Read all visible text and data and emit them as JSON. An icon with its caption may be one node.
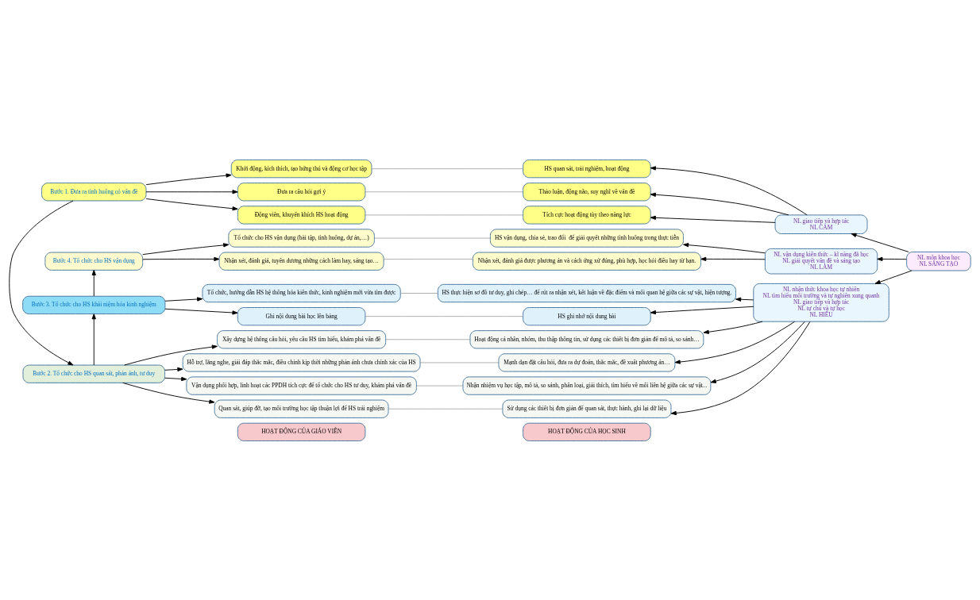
{
  "diagram": {
    "nodes": [
      {
        "text": [
          "HOẠT ĐỘNG CỦA GIÁO VIÊN"
        ]
      },
      {
        "text": [
          "HOẠT ĐỘNG CỦA HỌC SINH"
        ]
      },
      {
        "text": [
          "Bước 1. Đưa ra tình huống có vấn đề"
        ]
      },
      {
        "text": [
          "Khởi động, kích thích, tạo hứng thú và động cơ học tập"
        ]
      },
      {
        "text": [
          "Đưa ra câu hỏi gợi ý"
        ]
      },
      {
        "text": [
          "Động viên, khuyến khích HS hoạt động"
        ]
      },
      {
        "text": [
          "HS quan sát, trải nghiệm, hoạt động"
        ]
      },
      {
        "text": [
          "Thảo luận, động não, suy nghĩ về vấn đề"
        ]
      },
      {
        "text": [
          "Tích cực hoạt động tùy theo năng lực"
        ]
      },
      {
        "text": [
          "Bước 2. Tổ chức cho HS quan sát, phản ánh, tư duy"
        ]
      },
      {
        "text": [
          "Xây dựng hệ thống câu hỏi, yêu cầu HS tìm hiểu, khám phá vấn đề"
        ]
      },
      {
        "text": [
          "Hỗ trợ, lắng nghe, giải đáp thắc mắc, điều chỉnh kịp thời những phản ánh chưa chính xác của HS"
        ]
      },
      {
        "text": [
          "Vận dụng phối hợp, linh hoạt các PPDH tích cực để tổ chức cho HS tư duy, khám phá vấn đề"
        ]
      },
      {
        "text": [
          "Quan sát, giúp đỡ, tạo môi trường học tập thuận lợi để HS trải nghiệm"
        ]
      },
      {
        "text": [
          "Hoạt động cá nhân, nhóm, thu thập thông tin, sử dụng các thiết bị đơn giản để mô tả, so sánh…"
        ]
      },
      {
        "text": [
          "Mạnh dạn đặt câu hỏi, đưa ra dự đoán, thắc mắc, đề xuất phương án…"
        ]
      },
      {
        "text": [
          "Nhận nhiệm vụ học tập, mô tả, so sánh, phân loại, giải thích, tìm hiểu về mối liên hệ giữa các sự vật..."
        ]
      },
      {
        "text": [
          "Sử dụng các thiết bị đơn giản để quan sát, thực hành, ghi lại dữ liệu"
        ]
      },
      {
        "text": [
          "Bước 3. Tổ chức cho HS khái niệm hóa kinh nghiệm"
        ]
      },
      {
        "text": [
          "Tổ chức, hướng dẫn HS hệ thống hóa kiến thức, kinh nghiệm mới vừa tìm được"
        ]
      },
      {
        "text": [
          "Ghi nội dung bài học lên bảng"
        ]
      },
      {
        "text": [
          "HS thực hiện sơ đồ tư duy, ghi chép… để rút ra nhận xét, kết luận về đặc điểm và mối quan hệ giữa các sự vật, hiện tượng."
        ]
      },
      {
        "text": [
          "HS ghi nhớ nội dung bài"
        ]
      },
      {
        "text": [
          "Bước 4. Tổ chức cho HS vận dụng"
        ]
      },
      {
        "text": [
          "Tổ chức cho HS vận dụng (bài tập, tình huống, dự án,…)"
        ]
      },
      {
        "text": [
          "Nhận xét, đánh giá, tuyên dương những cách làm hay, sáng tạo…"
        ]
      },
      {
        "text": [
          "HS vận dụng, chia sẻ, trao đổi  để giải quyết những tình huống trong thực tiễn"
        ]
      },
      {
        "text": [
          "Nhận xét, đánh giá được phương án và cách ứng xử đúng, phù hợp, học hỏi điều hay từ bạn."
        ]
      },
      {
        "text": [
          "NL giao tiếp và hợp tác",
          "NL CẢM"
        ]
      },
      {
        "text": [
          "NL nhận thức khoa học tự nhiên",
          "NL tìm hiểu môi trường và tự nghiên xung quanh",
          "NL giao tiếp và hợp tác",
          "NL tự chủ và tự học",
          "NL HIỂU"
        ]
      },
      {
        "text": [
          "NL vận dụng kiến thức – kĩ năng đã học",
          "NL giải quyết vấn đề và sáng tạo",
          "NL LÀM"
        ]
      },
      {
        "text": [
          "NL môn khoa học",
          "NL SÁNG TẠO"
        ]
      }
    ],
    "edges": [
      {
        "from": 2,
        "to": 3,
        "arrow": "to"
      },
      {
        "from": 2,
        "to": 4,
        "arrow": "to"
      },
      {
        "from": 2,
        "to": 5,
        "arrow": "to"
      },
      {
        "from": 3,
        "to": 6,
        "arrow": "none",
        "color": "#7f7f7f"
      },
      {
        "from": 4,
        "to": 7,
        "arrow": "none",
        "color": "#7f7f7f"
      },
      {
        "from": 5,
        "to": 8,
        "arrow": "none",
        "color": "#7f7f7f"
      },
      {
        "from": 28,
        "to": 6,
        "arrow": "to"
      },
      {
        "from": 28,
        "to": 7,
        "arrow": "to"
      },
      {
        "from": 28,
        "to": 8,
        "arrow": "to"
      },
      {
        "from": 2,
        "to": 9,
        "arrow": "to"
      },
      {
        "from": 9,
        "to": 10,
        "arrow": "to"
      },
      {
        "from": 9,
        "to": 11,
        "arrow": "to"
      },
      {
        "from": 9,
        "to": 12,
        "arrow": "to"
      },
      {
        "from": 9,
        "to": 13,
        "arrow": "to"
      },
      {
        "from": 10,
        "to": 14,
        "arrow": "none",
        "color": "#7f7f7f"
      },
      {
        "from": 11,
        "to": 15,
        "arrow": "none",
        "color": "#7f7f7f"
      },
      {
        "from": 12,
        "to": 16,
        "arrow": "none",
        "color": "#7f7f7f"
      },
      {
        "from": 13,
        "to": 17,
        "arrow": "none",
        "color": "#7f7f7f"
      },
      {
        "from": 29,
        "to": 14,
        "arrow": "to"
      },
      {
        "from": 29,
        "to": 15,
        "arrow": "to"
      },
      {
        "from": 29,
        "to": 16,
        "arrow": "to"
      },
      {
        "from": 29,
        "to": 17,
        "arrow": "to"
      },
      {
        "from": 9,
        "to": 18,
        "arrow": "to"
      },
      {
        "from": 18,
        "to": 19,
        "arrow": "to"
      },
      {
        "from": 18,
        "to": 20,
        "arrow": "to"
      },
      {
        "from": 19,
        "to": 21,
        "arrow": "none",
        "color": "#7f7f7f"
      },
      {
        "from": 20,
        "to": 22,
        "arrow": "none",
        "color": "#7f7f7f"
      },
      {
        "from": 29,
        "to": 21,
        "arrow": "to"
      },
      {
        "from": 29,
        "to": 22,
        "arrow": "to"
      },
      {
        "from": 18,
        "to": 23,
        "arrow": "to"
      },
      {
        "from": 23,
        "to": 24,
        "arrow": "to"
      },
      {
        "from": 23,
        "to": 25,
        "arrow": "to"
      },
      {
        "from": 24,
        "to": 26,
        "arrow": "none",
        "color": "#7f7f7f"
      },
      {
        "from": 25,
        "to": 27,
        "arrow": "none",
        "color": "#7f7f7f"
      },
      {
        "from": 30,
        "to": 26,
        "arrow": "to"
      },
      {
        "from": 30,
        "to": 27,
        "arrow": "to"
      },
      {
        "from": 31,
        "to": 28,
        "arrow": "to"
      },
      {
        "from": 31,
        "to": 29,
        "arrow": "to"
      },
      {
        "from": 31,
        "to": 30,
        "arrow": "to"
      }
    ]
  }
}
